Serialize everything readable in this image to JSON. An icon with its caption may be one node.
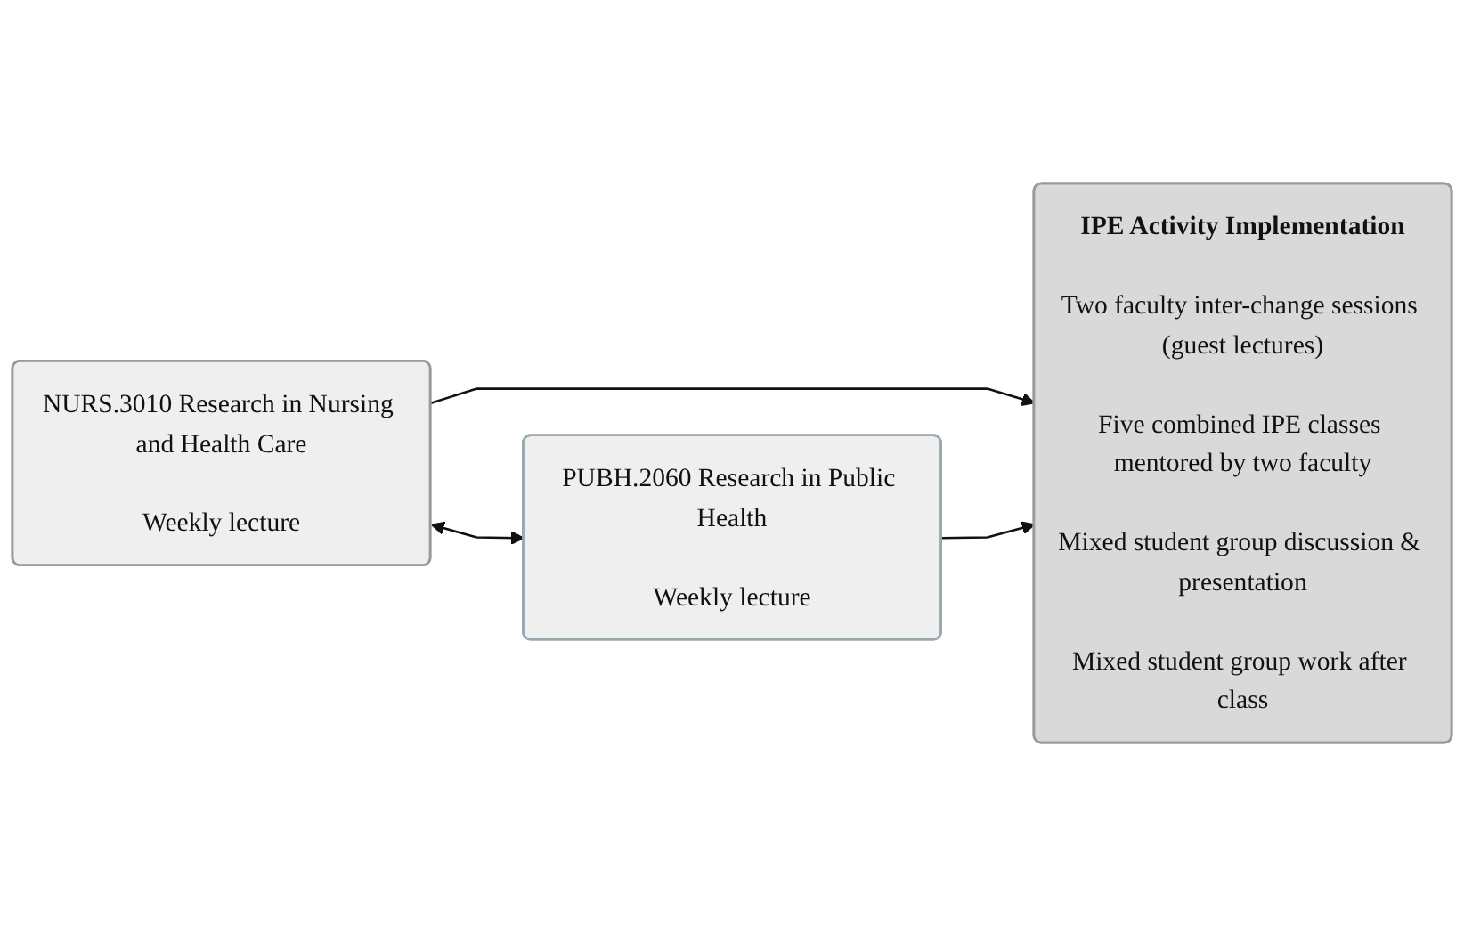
{
  "diagram": {
    "nodes": [
      {
        "text": [
          "NURS.3010 Research in Nursing and Health Care",
          "Weekly lecture"
        ]
      },
      {
        "text": [
          "PUBH.2060 Research in Public Health",
          "Weekly lecture"
        ]
      },
      {
        "text": [
          "IPE Activity Implementation",
          "Two faculty inter-change sessions (guest lectures)",
          "Five combined IPE classes mentored by two faculty",
          "Mixed student group discussion & presentation",
          "Mixed student group work after class"
        ]
      }
    ],
    "edges": [
      {
        "from": 0,
        "to": 2,
        "arrow": "to"
      },
      {
        "from": 0,
        "to": 1,
        "arrow": "both"
      },
      {
        "from": 1,
        "to": 2,
        "arrow": "to"
      }
    ]
  }
}
